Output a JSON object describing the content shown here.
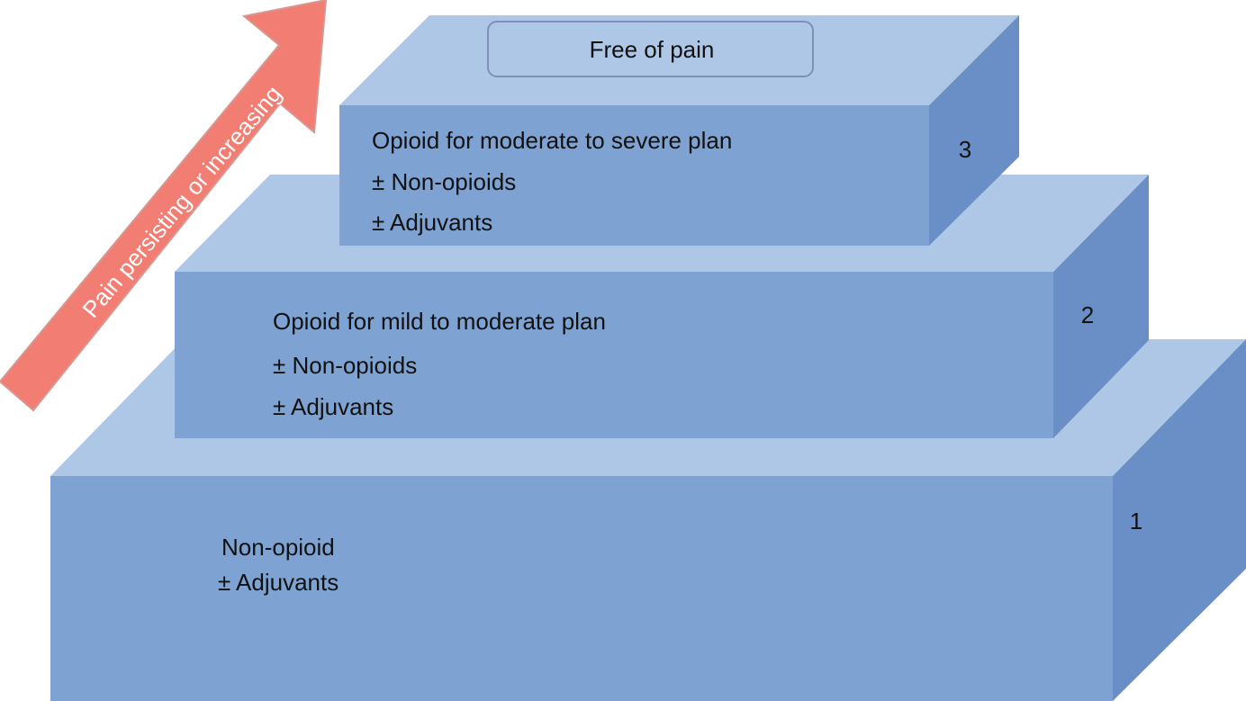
{
  "arrow": {
    "label": "Pain persisting or increasing"
  },
  "top": {
    "label": "Free of pain"
  },
  "steps": [
    {
      "number": "1",
      "lines": [
        "Non-opioid",
        "± Adjuvants"
      ]
    },
    {
      "number": "2",
      "lines": [
        "Opioid for mild to moderate plan",
        "± Non-opioids",
        "± Adjuvants"
      ]
    },
    {
      "number": "3",
      "lines": [
        "Opioid for moderate to severe plan",
        "± Non-opioids",
        "± Adjuvants"
      ]
    }
  ],
  "colors": {
    "top_face": "#aec7e6",
    "front_face": "#7ea3d2",
    "side_face": "#6a8fc6",
    "arrow": "#f27d72"
  }
}
